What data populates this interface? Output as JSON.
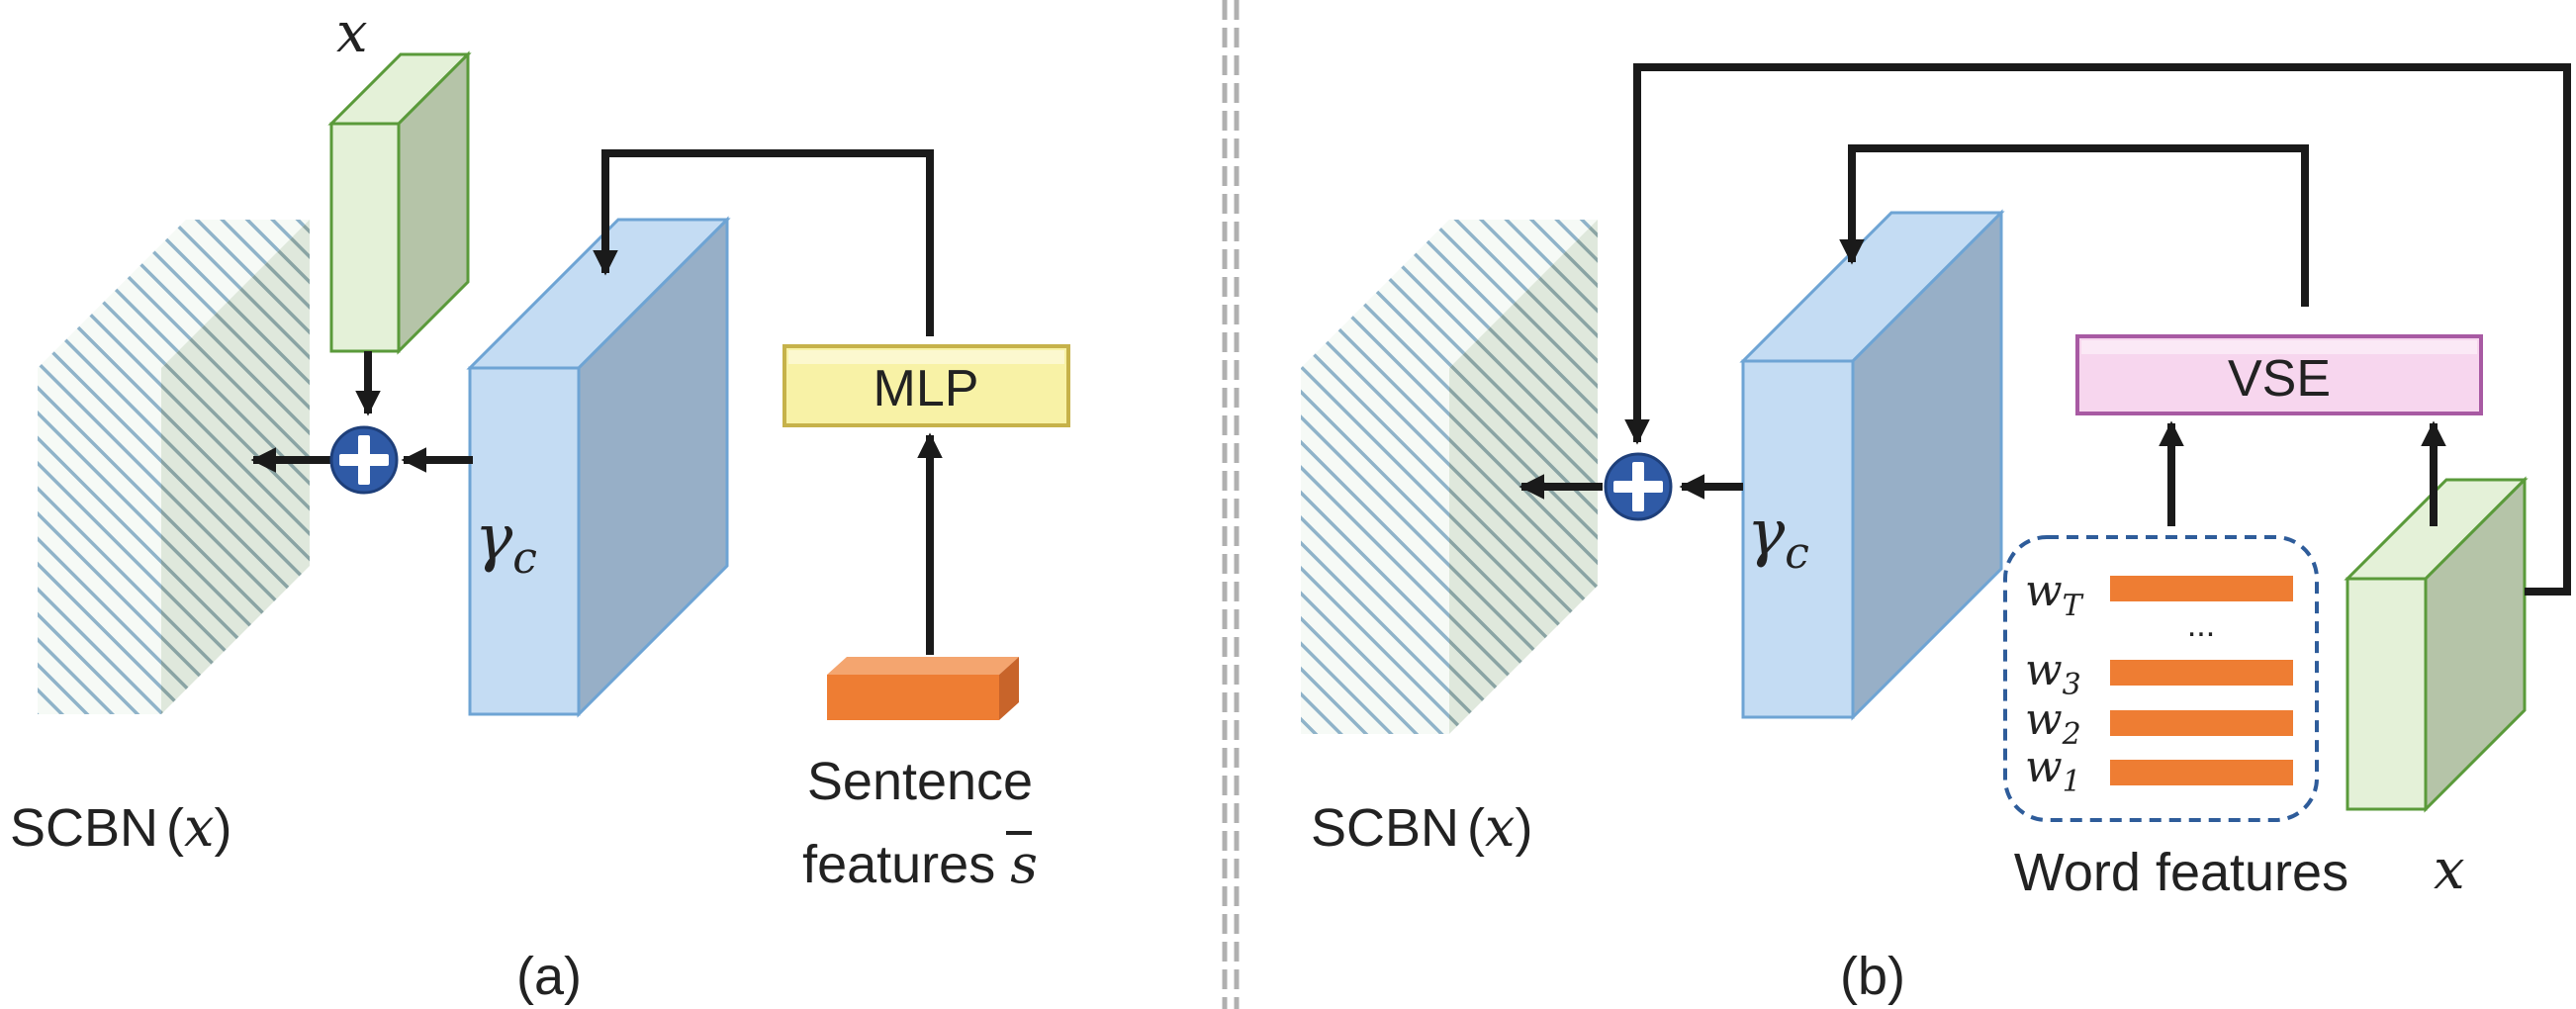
{
  "colors": {
    "green_front": "#e4f1d8",
    "green_side": "#b5c4a8",
    "green_stroke": "#5a9a3a",
    "blue_front": "#c4dcf3",
    "blue_side": "#97afc7",
    "blue_stroke": "#6ea4d4",
    "hatch_stroke": "#8fb3c9",
    "hatch_bg": "#f6faf6",
    "mlp_fill": "#f8f2a6",
    "mlp_stroke": "#c6b24a",
    "vse_fill": "#f7d6ee",
    "vse_stroke": "#a85aa3",
    "orange": "#ee7d33",
    "plus_fill": "#2f5aa6",
    "dashed_sep": "#b0b0b0"
  },
  "panel_a": {
    "x_label": "x",
    "gamma_base": "γ",
    "gamma_sub": "c",
    "mlp_label": "MLP",
    "sentence_line1": "Sentence",
    "sentence_line2_text": "features ",
    "sentence_line2_math": "s",
    "output_text": "SCBN",
    "output_arg": "x",
    "caption": "(a)"
  },
  "panel_b": {
    "gamma_base": "γ",
    "gamma_sub": "c",
    "vse_label": "VSE",
    "word_rows": [
      {
        "base": "w",
        "sub": "T"
      },
      {
        "base": "w",
        "sub": "3"
      },
      {
        "base": "w",
        "sub": "2"
      },
      {
        "base": "w",
        "sub": "1"
      }
    ],
    "ellipsis": "...",
    "word_features": "Word features",
    "x_label": "x",
    "output_text": "SCBN",
    "output_arg": "x",
    "caption": "(b)"
  }
}
